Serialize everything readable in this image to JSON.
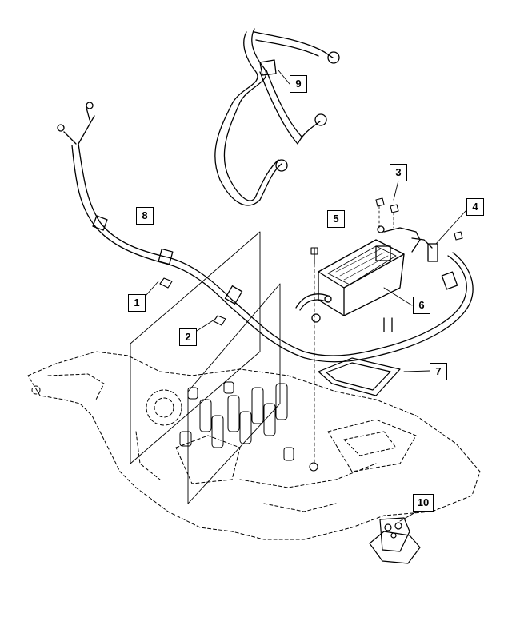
{
  "callouts": [
    {
      "id": "1",
      "label": "1"
    },
    {
      "id": "2",
      "label": "2"
    },
    {
      "id": "3",
      "label": "3"
    },
    {
      "id": "4",
      "label": "4"
    },
    {
      "id": "5",
      "label": "5"
    },
    {
      "id": "6",
      "label": "6"
    },
    {
      "id": "7",
      "label": "7"
    },
    {
      "id": "8",
      "label": "8"
    },
    {
      "id": "9",
      "label": "9"
    },
    {
      "id": "10",
      "label": "10"
    }
  ],
  "colors": {
    "line": "#000000",
    "background": "#ffffff",
    "panel": "#ffffff"
  }
}
